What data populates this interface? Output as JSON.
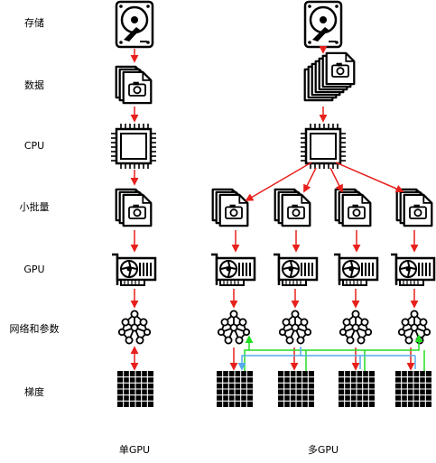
{
  "rows": {
    "storage": "存储",
    "data": "数据",
    "cpu": "CPU",
    "minibatch": "小批量",
    "gpu": "GPU",
    "network": "网络和参数",
    "gradient": "梯度"
  },
  "columns": {
    "single": "单GPU",
    "multi": "多GPU"
  },
  "colors": {
    "forward_arrow": "#e8201c",
    "sync_green": "#22dd22",
    "sync_blue": "#55aaee",
    "icon_stroke": "#000000"
  },
  "icons": {
    "storage": "hard-drive-icon",
    "data": "image-files-icon",
    "cpu": "cpu-chip-icon",
    "minibatch": "image-files-icon",
    "gpu": "graphics-card-icon",
    "network": "neural-network-icon",
    "gradient": "gradient-grid-icon"
  }
}
